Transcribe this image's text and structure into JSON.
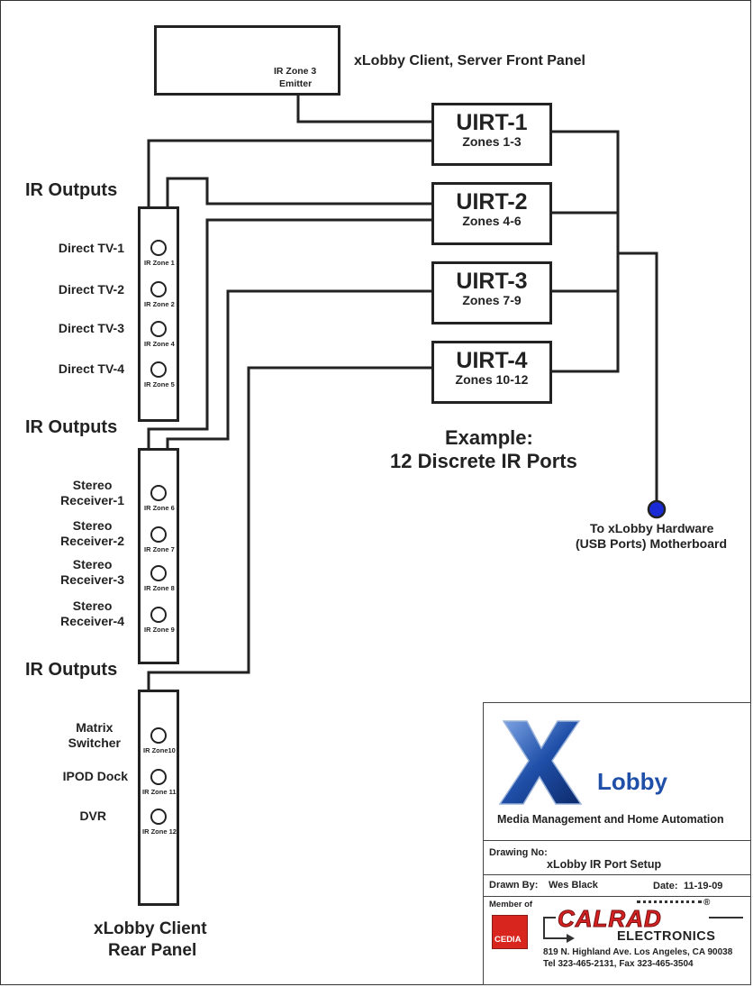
{
  "front_panel": {
    "title": "xLobby Client, Server Front Panel",
    "emitter_line1": "IR Zone 3",
    "emitter_line2": "Emitter"
  },
  "uirts": [
    {
      "name": "UIRT-1",
      "zones": "Zones 1-3"
    },
    {
      "name": "UIRT-2",
      "zones": "Zones 4-6"
    },
    {
      "name": "UIRT-3",
      "zones": "Zones 7-9"
    },
    {
      "name": "UIRT-4",
      "zones": "Zones 10-12"
    }
  ],
  "ir_outputs_label": "IR Outputs",
  "panel1": {
    "devices": [
      {
        "label": "Direct TV-1",
        "zone": "IR Zone 1"
      },
      {
        "label": "Direct TV-2",
        "zone": "IR Zone 2"
      },
      {
        "label": "Direct TV-3",
        "zone": "IR Zone 4"
      },
      {
        "label": "Direct TV-4",
        "zone": "IR Zone 5"
      }
    ]
  },
  "panel2": {
    "devices": [
      {
        "label_line1": "Stereo",
        "label_line2": "Receiver-1",
        "zone": "IR Zone 6"
      },
      {
        "label_line1": "Stereo",
        "label_line2": "Receiver-2",
        "zone": "IR Zone 7"
      },
      {
        "label_line1": "Stereo",
        "label_line2": "Receiver-3",
        "zone": "IR Zone 8"
      },
      {
        "label_line1": "Stereo",
        "label_line2": "Receiver-4",
        "zone": "IR Zone 9"
      }
    ]
  },
  "panel3": {
    "devices": [
      {
        "label_line1": "Matrix",
        "label_line2": "Switcher",
        "zone": "IR Zone10"
      },
      {
        "label_line1": "IPOD Dock",
        "label_line2": "",
        "zone": "IR Zone 11"
      },
      {
        "label_line1": "DVR",
        "label_line2": "",
        "zone": "IR Zone 12"
      }
    ]
  },
  "example": {
    "line1": "Example:",
    "line2": "12 Discrete IR Ports"
  },
  "usb": {
    "line1": "To xLobby Hardware",
    "line2": "(USB Ports) Motherboard",
    "dot_color": "#1a2bd6"
  },
  "rear_panel": {
    "line1": "xLobby Client",
    "line2": "Rear Panel"
  },
  "title_block": {
    "logo_letter": "X",
    "logo_word": "Lobby",
    "tagline": "Media Management and Home Automation",
    "drawing_no_label": "Drawing No:",
    "drawing_no_value": "xLobby IR Port Setup",
    "drawn_by_label": "Drawn By:",
    "drawn_by_value": "Wes Black",
    "date_label": "Date:",
    "date_value": "11-19-09",
    "member_of": "Member of",
    "cedia": "CEDIA",
    "calrad": "CALRAD",
    "electronics": "ELECTRONICS",
    "address": "819 N. Highland Ave. Los Angeles, CA 90038",
    "phone": "Tel 323-465-2131, Fax 323-465-3504",
    "registered": "®"
  },
  "colors": {
    "line": "#222222",
    "logo_blue": "#1f4fa8",
    "calrad_red": "#d42222",
    "cedia_red": "#d8261f"
  }
}
